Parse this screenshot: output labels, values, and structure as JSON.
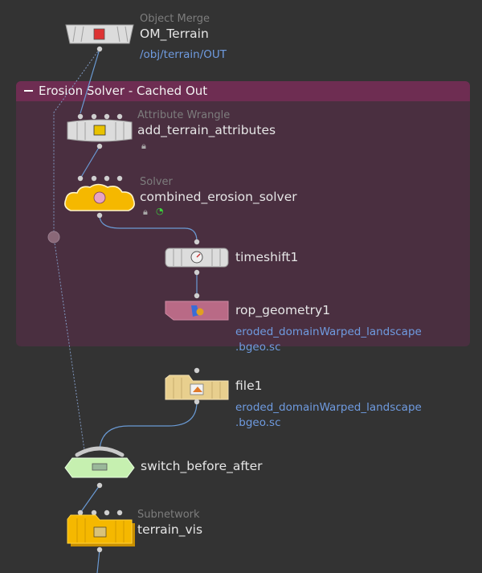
{
  "netbox": {
    "title": "Erosion Solver - Cached Out"
  },
  "nodes": {
    "om_terrain": {
      "type": "Object Merge",
      "name": "OM_Terrain",
      "path": "/obj/terrain/OUT"
    },
    "add_terrain": {
      "type": "Attribute Wrangle",
      "name": "add_terrain_attributes"
    },
    "erosion_solver": {
      "type": "Solver",
      "name": "combined_erosion_solver"
    },
    "timeshift": {
      "name": "timeshift1"
    },
    "rop_geometry": {
      "name": "rop_geometry1",
      "path_line1": "eroded_domainWarped_landscape",
      "path_line2": ".bgeo.sc"
    },
    "file": {
      "name": "file1",
      "path_line1": "eroded_domainWarped_landscape",
      "path_line2": ".bgeo.sc"
    },
    "switch": {
      "name": "switch_before_after"
    },
    "terrain_vis": {
      "type": "Subnetwork",
      "name": "terrain_vis"
    }
  },
  "icons": {
    "lock": "lock-icon",
    "clock": "clock-icon"
  },
  "colors": {
    "background": "#333333",
    "netbox_body": "#4a2f40",
    "netbox_header": "#6e2d52",
    "solver_node": "#f5b800",
    "subnet_node": "#f5b800",
    "file_node": "#e8cf8e",
    "rop_node": "#b96a86",
    "switch_node": "#c6f0b0",
    "wire": "#6a9ad4",
    "path_text": "#6f9be0"
  }
}
